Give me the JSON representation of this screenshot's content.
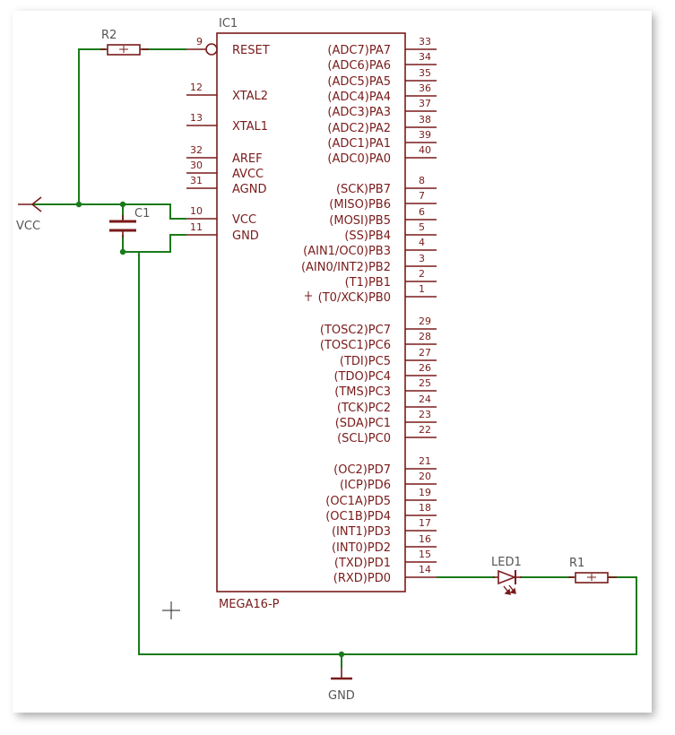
{
  "colors": {
    "wire": "#1a7a1a",
    "part": "#7a1a1a",
    "ref": "#555555",
    "junction": "#1a7a1a"
  },
  "ic": {
    "ref": "IC1",
    "value": "MEGA16-P"
  },
  "left_pins": [
    {
      "name": "RESET",
      "num": "9"
    },
    {
      "name": "XTAL2",
      "num": "12"
    },
    {
      "name": "XTAL1",
      "num": "13"
    },
    {
      "name": "AREF",
      "num": "32"
    },
    {
      "name": "AVCC",
      "num": "30"
    },
    {
      "name": "AGND",
      "num": "31"
    },
    {
      "name": "VCC",
      "num": "10"
    },
    {
      "name": "GND",
      "num": "11"
    }
  ],
  "right_pins": [
    {
      "name": "(ADC7)PA7",
      "num": "33"
    },
    {
      "name": "(ADC6)PA6",
      "num": "34"
    },
    {
      "name": "(ADC5)PA5",
      "num": "35"
    },
    {
      "name": "(ADC4)PA4",
      "num": "36"
    },
    {
      "name": "(ADC3)PA3",
      "num": "37"
    },
    {
      "name": "(ADC2)PA2",
      "num": "38"
    },
    {
      "name": "(ADC1)PA1",
      "num": "39"
    },
    {
      "name": "(ADC0)PA0",
      "num": "40"
    },
    {
      "name": "(SCK)PB7",
      "num": "8"
    },
    {
      "name": "(MISO)PB6",
      "num": "7"
    },
    {
      "name": "(MOSI)PB5",
      "num": "6"
    },
    {
      "name": "(SS)PB4",
      "num": "5"
    },
    {
      "name": "(AIN1/OC0)PB3",
      "num": "4"
    },
    {
      "name": "(AIN0/INT2)PB2",
      "num": "3"
    },
    {
      "name": "(T1)PB1",
      "num": "2"
    },
    {
      "name": "(T0/XCK)PB0",
      "num": "1"
    },
    {
      "name": "(TOSC2)PC7",
      "num": "29"
    },
    {
      "name": "(TOSC1)PC6",
      "num": "28"
    },
    {
      "name": "(TDI)PC5",
      "num": "27"
    },
    {
      "name": "(TDO)PC4",
      "num": "26"
    },
    {
      "name": "(TMS)PC3",
      "num": "25"
    },
    {
      "name": "(TCK)PC2",
      "num": "24"
    },
    {
      "name": "(SDA)PC1",
      "num": "23"
    },
    {
      "name": "(SCL)PC0",
      "num": "22"
    },
    {
      "name": "(OC2)PD7",
      "num": "21"
    },
    {
      "name": "(ICP)PD6",
      "num": "20"
    },
    {
      "name": "(OC1A)PD5",
      "num": "19"
    },
    {
      "name": "(OC1B)PD4",
      "num": "18"
    },
    {
      "name": "(INT1)PD3",
      "num": "17"
    },
    {
      "name": "(INT0)PD2",
      "num": "16"
    },
    {
      "name": "(TXD)PD1",
      "num": "15"
    },
    {
      "name": "(RXD)PD0",
      "num": "14"
    }
  ],
  "components": {
    "r1": "R1",
    "r2": "R2",
    "c1": "C1",
    "led1": "LED1",
    "vcc": "VCC",
    "gnd": "GND"
  }
}
